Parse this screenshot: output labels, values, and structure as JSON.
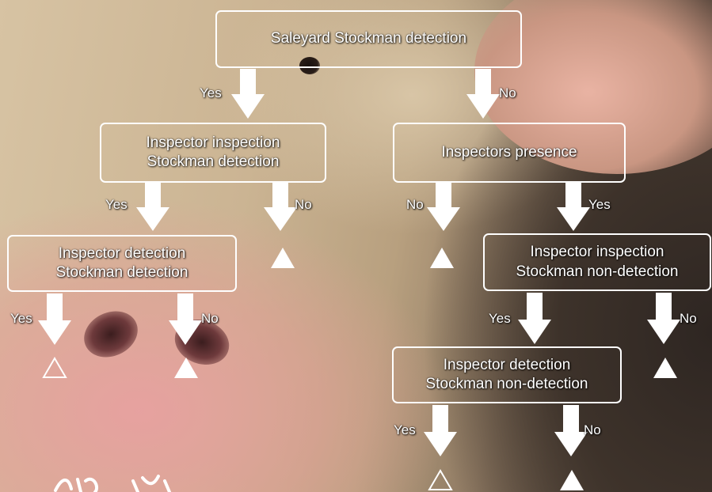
{
  "decision_tree": {
    "root": "Saleyard Stockman detection",
    "nodes": {
      "inspector_inspection_detect": [
        "Inspector inspection",
        "Stockman detection"
      ],
      "inspectors_presence": "Inspectors presence",
      "inspector_detection_detect": [
        "Inspector detection",
        "Stockman detection"
      ],
      "inspector_inspection_nondetect": [
        "Inspector inspection",
        "Stockman non-detection"
      ],
      "inspector_detection_nondetect": [
        "Inspector detection",
        "Stockman non-detection"
      ]
    },
    "branch_labels": {
      "yes": "Yes",
      "no": "No"
    },
    "outcomes": {
      "open": "△",
      "filled": "▲"
    }
  },
  "colors": {
    "text": "#ffffff",
    "box_border": "#ffffff",
    "arrow": "#ffffff"
  },
  "background": "pig-face-photo"
}
